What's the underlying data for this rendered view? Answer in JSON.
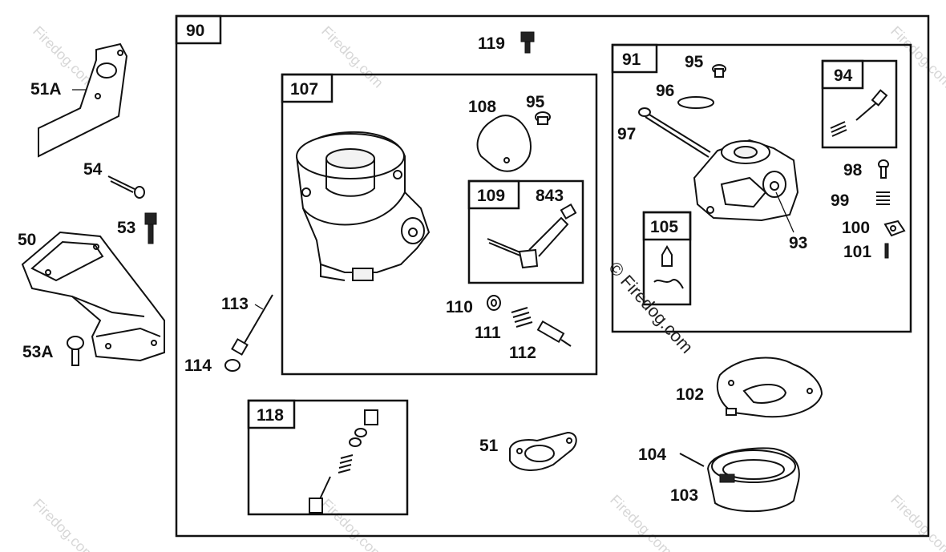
{
  "watermark": {
    "text": "Firedog.com",
    "symbol": "©",
    "main_text": "© Firedog.com"
  },
  "boxes": {
    "b90": "90",
    "b107": "107",
    "b109": "109",
    "b843": "843",
    "b91": "91",
    "b94": "94",
    "b105": "105",
    "b118": "118"
  },
  "labels": {
    "l51A": "51A",
    "l54": "54",
    "l53": "53",
    "l50": "50",
    "l53A": "53A",
    "l119": "119",
    "l108": "108",
    "l95a": "95",
    "l110": "110",
    "l111": "111",
    "l112": "112",
    "l113": "113",
    "l114": "114",
    "l95b": "95",
    "l96": "96",
    "l97": "97",
    "l98": "98",
    "l99": "99",
    "l100": "100",
    "l101": "101",
    "l93": "93",
    "l102": "102",
    "l104": "104",
    "l103": "103",
    "l51": "51"
  }
}
